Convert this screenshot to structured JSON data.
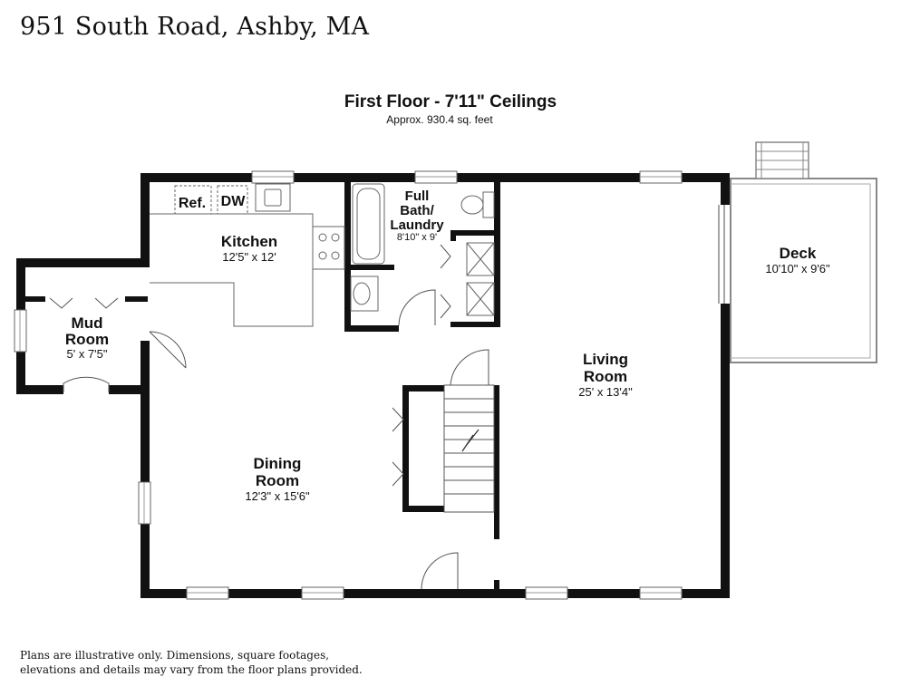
{
  "header": {
    "address": "951 South Road, Ashby, MA",
    "floor_title": "First Floor - 7'11\" Ceilings",
    "area": "Approx. 930.4 sq. feet"
  },
  "rooms": {
    "kitchen": {
      "name": "Kitchen",
      "dims": "12'5\" x 12'"
    },
    "bath": {
      "name_lines": [
        "Full",
        "Bath/",
        "Laundry"
      ],
      "dims": "8'10\" x 9'"
    },
    "deck": {
      "name": "Deck",
      "dims": "10'10\" x 9'6\""
    },
    "mud": {
      "name_lines": [
        "Mud",
        "Room"
      ],
      "dims": "5' x 7'5\""
    },
    "living": {
      "name_lines": [
        "Living",
        "Room"
      ],
      "dims": "25' x 13'4\""
    },
    "dining": {
      "name_lines": [
        "Dining",
        "Room"
      ],
      "dims": "12'3\" x 15'6\""
    }
  },
  "appliances": {
    "refrigerator": "Ref.",
    "dishwasher": "DW"
  },
  "footer": {
    "disclaimer": "Plans are illustrative only. Dimensions, square footages, elevations and details may vary from the floor plans provided."
  }
}
